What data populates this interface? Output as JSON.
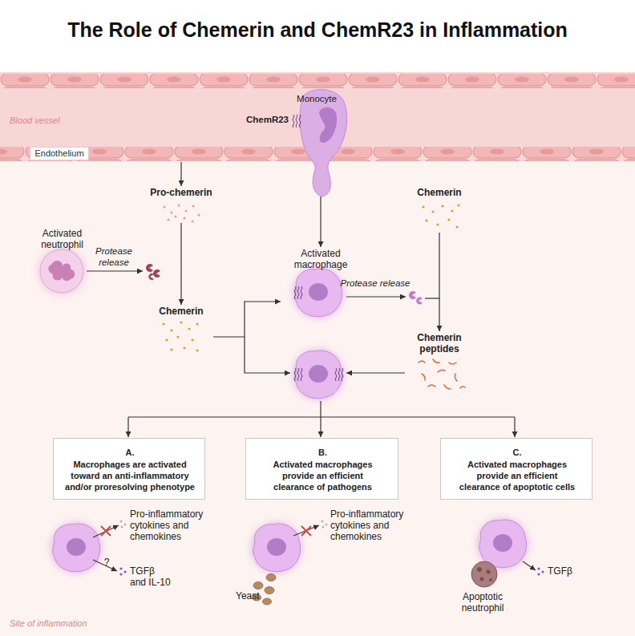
{
  "diagram": {
    "title": "The Role of Chemerin and ChemR23 in Inflammation",
    "nodes": [
      {
        "text": [
          "Blood vessel",
          "Endothelium"
        ]
      },
      {
        "text": [
          "Monocyte",
          "ChemR23"
        ],
        "in": 0
      },
      {
        "text": [
          "Pro-chemerin"
        ]
      },
      {
        "text": [
          "Activated neutrophil"
        ]
      },
      {
        "text": [
          "Chemerin"
        ]
      },
      {
        "text": [
          "Activated macrophage"
        ]
      },
      {
        "text": [
          "Chemerin"
        ]
      },
      {
        "text": [
          "Chemerin peptides"
        ]
      },
      {
        "text": [
          "A.",
          "Macrophages are activated toward an anti-inflammatory and/or proresolving phenotype"
        ]
      },
      {
        "text": [
          "B.",
          "Activated macrophages provide an efficient clearance of pathogens"
        ]
      },
      {
        "text": [
          "C.",
          "Activated macrophages provide an efficient clearance of apoptotic cells"
        ]
      }
    ],
    "edges": [
      {
        "from": 0,
        "to": 2,
        "arrow": "to"
      },
      {
        "from": 1,
        "to": 5,
        "arrow": "to"
      },
      {
        "from": 2,
        "to": 4,
        "arrow": "to"
      },
      {
        "from": 4,
        "to": 5,
        "arrow": "to"
      },
      {
        "from": 6,
        "to": 7,
        "arrow": "to"
      }
    ],
    "labels": [
      "Protease release",
      "Protease release",
      "Pro-inflammatory cytokines and chemokines",
      "?",
      "TGFβ and IL-10",
      "Pro-inflammatory cytokines and chemokines",
      "Yeast",
      "Apoptotic neutrophil",
      "TGFβ",
      "Site of inflammation"
    ]
  }
}
